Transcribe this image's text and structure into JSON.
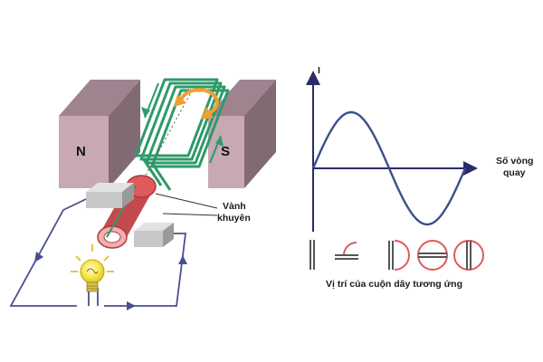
{
  "magnets": {
    "north": "N",
    "south": "S"
  },
  "labels": {
    "slip_ring_line1": "Vành",
    "slip_ring_line2": "khuyên"
  },
  "graph": {
    "y_axis": "I",
    "x_axis_line1": "Số vòng",
    "x_axis_line2": "quay",
    "caption": "Vị trí của cuộn dây tương ứng"
  },
  "colors": {
    "magnet_front": "#c7a8b3",
    "magnet_top": "#9f8490",
    "magnet_side": "#826a75",
    "coil": "#2e9a6a",
    "ring": "#e0595c",
    "rotation_arrow": "#f0a030",
    "axis": "#2a2a6a",
    "curve": "#3c4f8a",
    "wire": "#4a4f90",
    "bulb": "#f3e24a"
  },
  "icons": [
    "rotation-arrow-icon",
    "light-bulb-icon"
  ]
}
